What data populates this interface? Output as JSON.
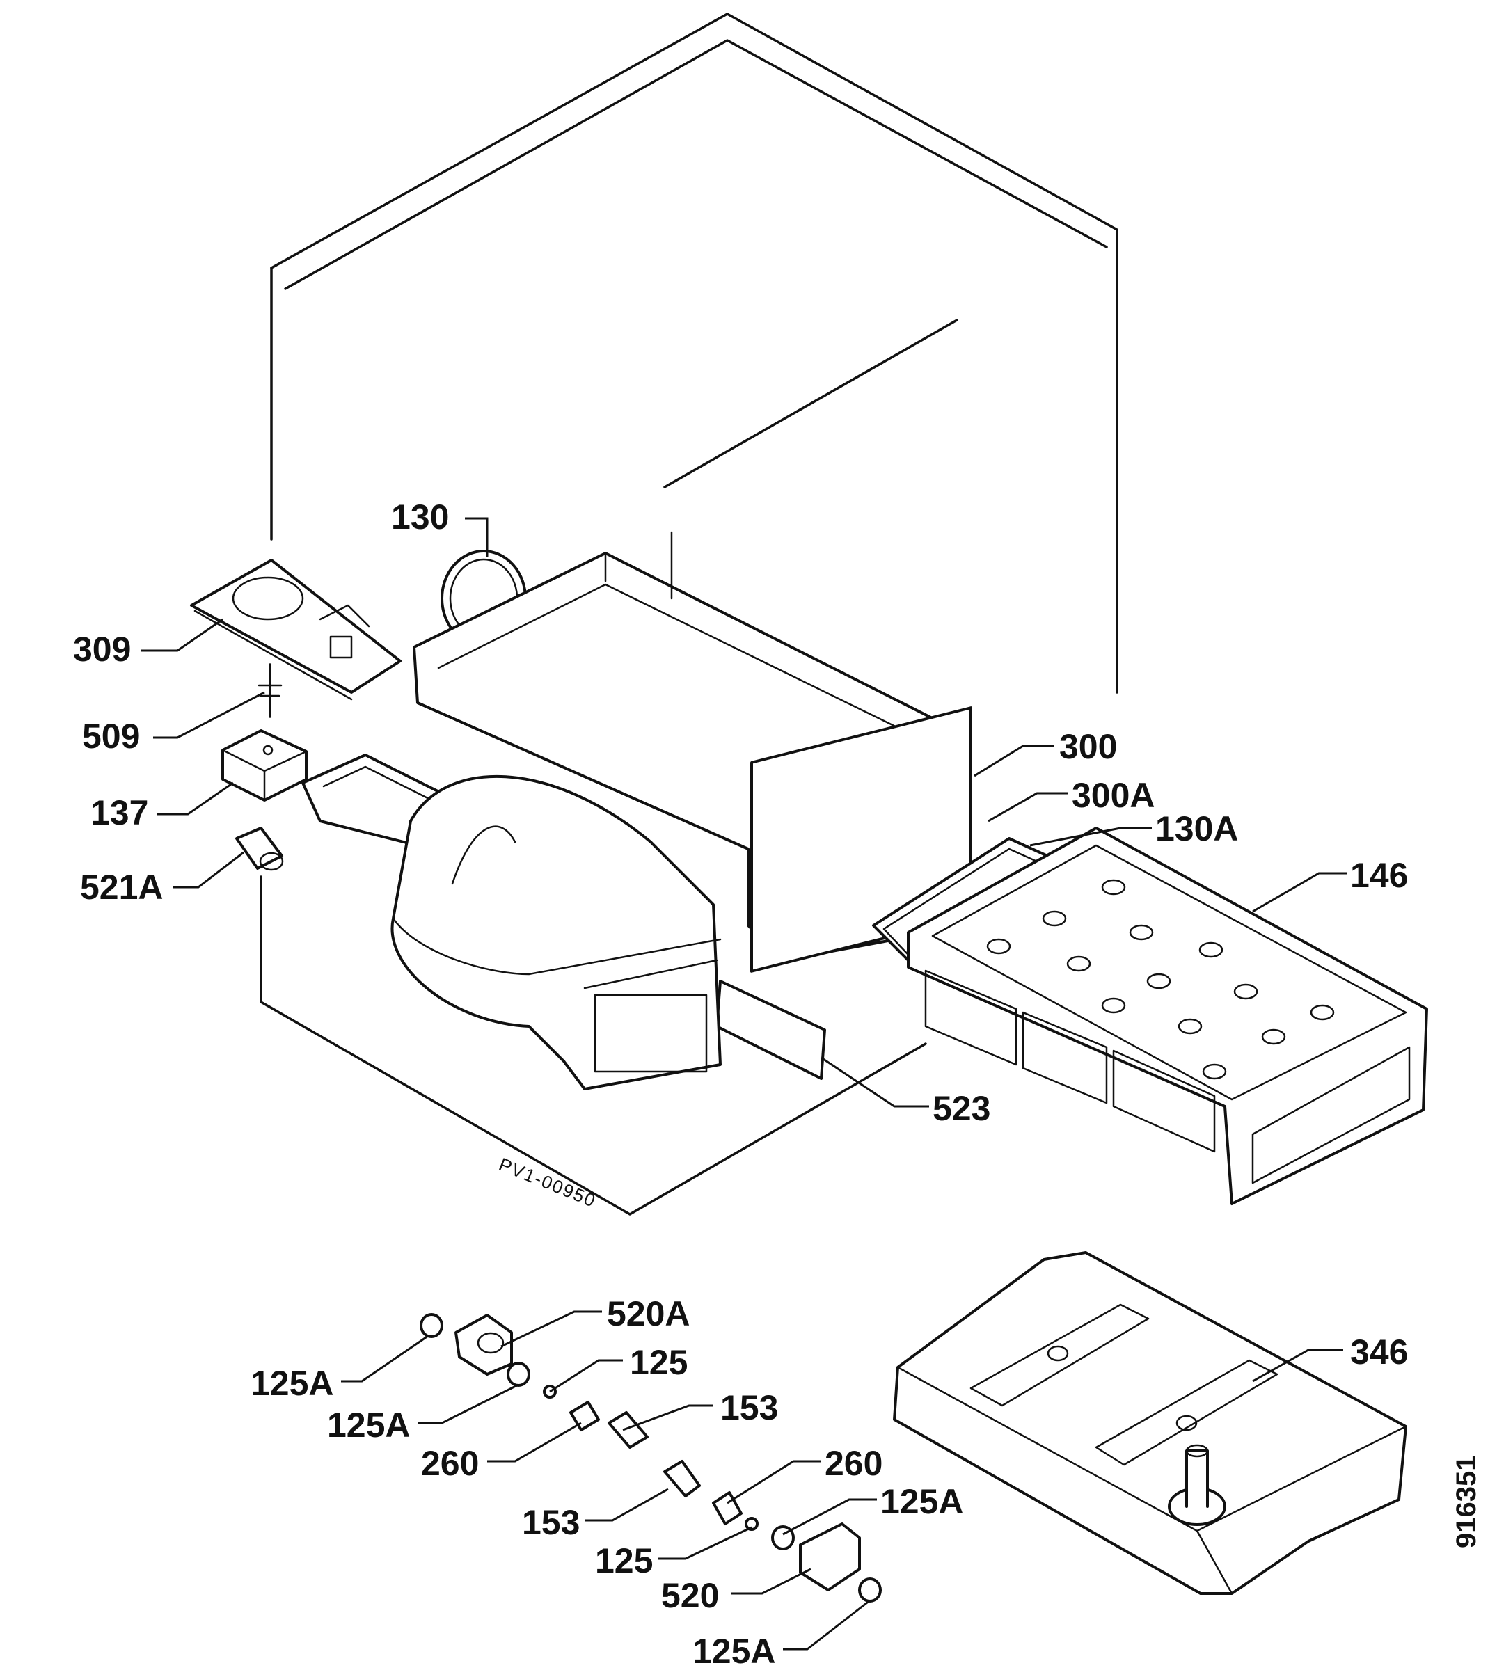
{
  "drawing": {
    "code": "PV1-00950",
    "doc_number": "916351"
  },
  "labels": [
    {
      "id": "130",
      "text": "130"
    },
    {
      "id": "309",
      "text": "309"
    },
    {
      "id": "509",
      "text": "509"
    },
    {
      "id": "137",
      "text": "137"
    },
    {
      "id": "521A",
      "text": "521A"
    },
    {
      "id": "300",
      "text": "300"
    },
    {
      "id": "300A",
      "text": "300A"
    },
    {
      "id": "130A",
      "text": "130A"
    },
    {
      "id": "146",
      "text": "146"
    },
    {
      "id": "523",
      "text": "523"
    },
    {
      "id": "520A",
      "text": "520A"
    },
    {
      "id": "125A_1",
      "text": "125A"
    },
    {
      "id": "125_1",
      "text": "125"
    },
    {
      "id": "125A_2",
      "text": "125A"
    },
    {
      "id": "153_1",
      "text": "153"
    },
    {
      "id": "260_1",
      "text": "260"
    },
    {
      "id": "346",
      "text": "346"
    },
    {
      "id": "260_2",
      "text": "260"
    },
    {
      "id": "153_2",
      "text": "153"
    },
    {
      "id": "125A_3",
      "text": "125A"
    },
    {
      "id": "125_2",
      "text": "125"
    },
    {
      "id": "520",
      "text": "520"
    },
    {
      "id": "125A_4",
      "text": "125A"
    }
  ]
}
